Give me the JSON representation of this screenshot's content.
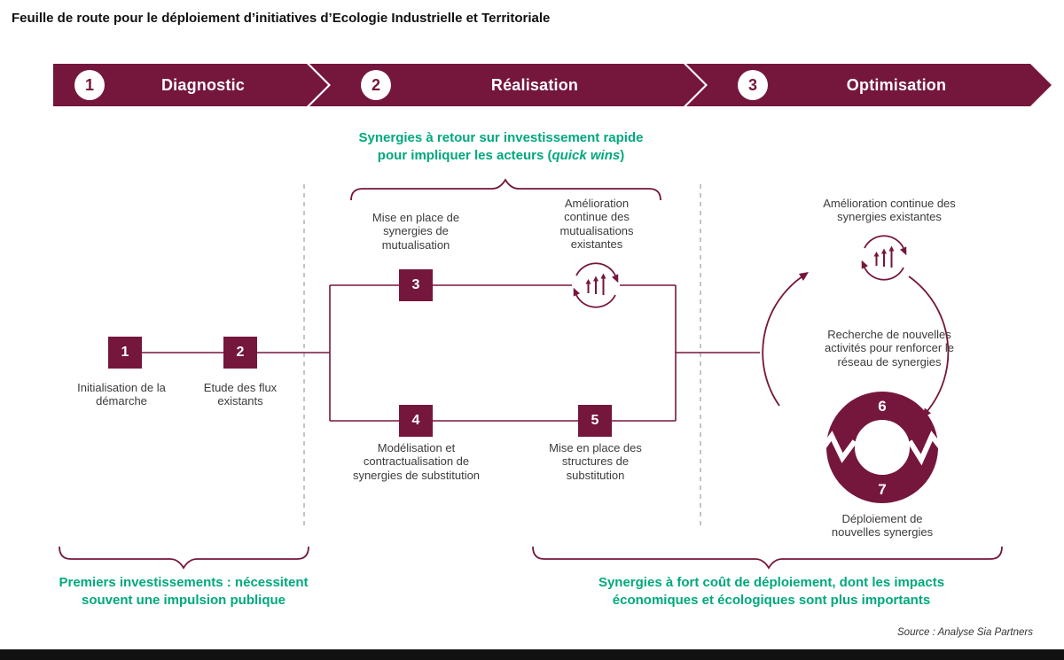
{
  "colors": {
    "maroon": "#75163D",
    "green": "#00A87E",
    "text": "#3B3B3B"
  },
  "header": {
    "title": "Feuille de route pour le déploiement d’initiatives d’Ecologie Industrielle et Territoriale"
  },
  "phases": [
    {
      "num": "1",
      "label": "Diagnostic"
    },
    {
      "num": "2",
      "label": "Réalisation"
    },
    {
      "num": "3",
      "label": "Optimisation"
    }
  ],
  "quick_wins": {
    "line1": "Synergies à retour sur investissement rapide",
    "line2_prefix": "pour impliquer les acteurs (",
    "line2_italic": "quick wins",
    "line2_suffix": ")"
  },
  "steps": [
    {
      "num": "1",
      "label": "Initialisation de la démarche"
    },
    {
      "num": "2",
      "label": "Etude des flux existants"
    },
    {
      "num": "3",
      "label": "Mise en place de synergies de mutualisation"
    },
    {
      "num": "4",
      "label": "Modélisation et contractualisation de synergies de substitution"
    },
    {
      "num": "5",
      "label": "Mise en place des structures de substitution"
    }
  ],
  "mutualisation_icon_label": "Amélioration continue des mutualisations existantes",
  "loop": {
    "top_label": "Amélioration continue des synergies existantes",
    "middle_label": "Recherche de nouvelles activités pour renforcer le réseau de synergies",
    "num_top": "6",
    "num_bottom": "7",
    "bottom_label": "Déploiement de nouvelles synergies"
  },
  "bottom_notes": {
    "left_line1": "Premiers investissements : nécessitent",
    "left_line2": "souvent  une impulsion publique",
    "right_line1": "Synergies à fort coût de déploiement, dont les impacts",
    "right_line2": "économiques et écologiques sont plus importants"
  },
  "footer": {
    "source": "Source : Analyse Sia Partners"
  }
}
